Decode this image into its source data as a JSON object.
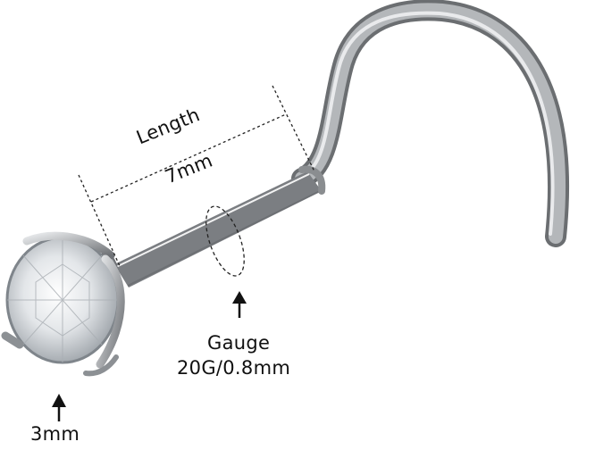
{
  "labels": {
    "length_title": "Length",
    "length_value": "7mm",
    "gauge_title": "Gauge",
    "gauge_value": "20G/0.8mm",
    "gem_size": "3mm"
  },
  "colors": {
    "background": "#ffffff",
    "text": "#111111",
    "metal_dark": "#7a7d80",
    "metal_light": "#f2f3f4",
    "gem": "#e9ecef"
  },
  "icons": {
    "length_indicator": "dashed-dimension-lines",
    "gauge_indicator": "dashed-cross-section-ellipse",
    "pointer": "up-arrow"
  }
}
